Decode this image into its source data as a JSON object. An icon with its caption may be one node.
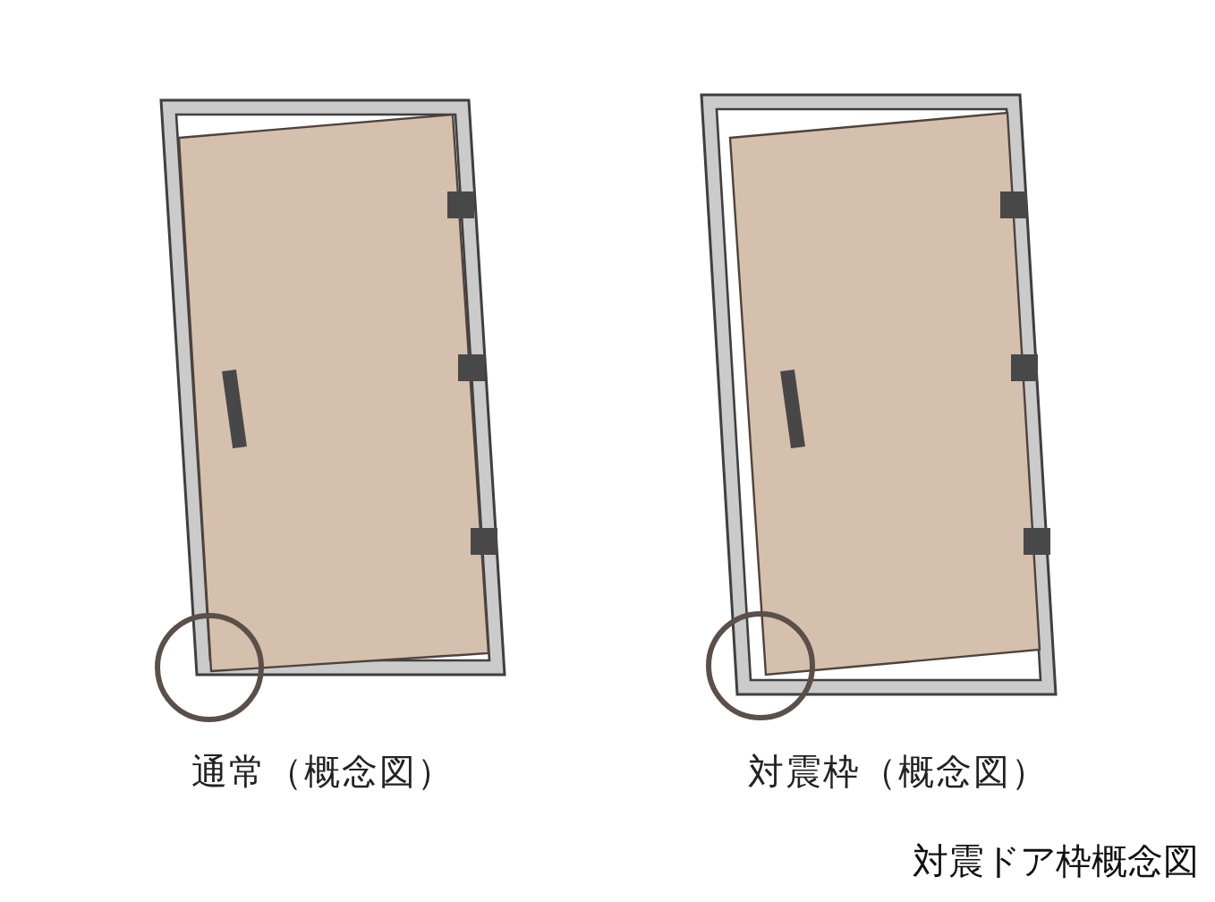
{
  "diagram": {
    "caption": "対震ドア枠概念図",
    "labels": [
      "通常（概念図）",
      "対震枠（概念図）"
    ]
  }
}
